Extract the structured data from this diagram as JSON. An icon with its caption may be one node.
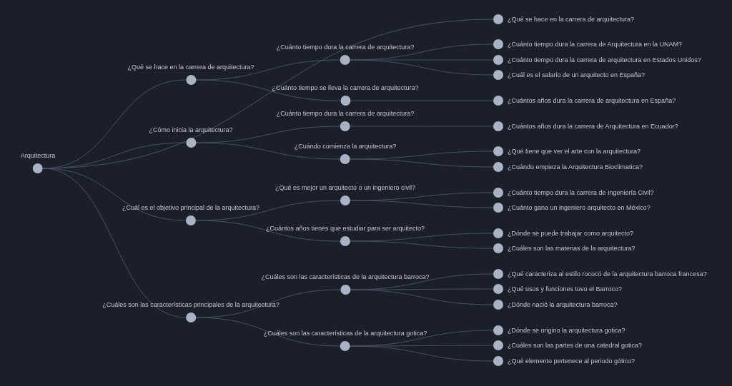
{
  "diagram": {
    "nodes": [
      {
        "text": [
          "Arquitectura"
        ]
      },
      {
        "text": [
          "¿Qué se hace en la carrera de arquitectura?"
        ]
      },
      {
        "text": [
          "¿Cómo inicia la arquitectura?"
        ]
      },
      {
        "text": [
          "¿Cuál es el objetivo principal de la arquitectura?"
        ]
      },
      {
        "text": [
          "¿Cuáles son las características principales de la arquitectura?"
        ]
      },
      {
        "text": [
          "¿Cuánto tiempo dura la carrera de arquitectura?"
        ]
      },
      {
        "text": [
          "¿Cuánto tiempo se lleva la carrera de arquitectura?"
        ]
      },
      {
        "text": [
          "¿Cuánto tiempo dura la carrera de arquitectura?"
        ]
      },
      {
        "text": [
          "¿Cuándo comienza la arquitectura?"
        ]
      },
      {
        "text": [
          "¿Qué es mejor un arquitecto o un ingeniero civil?"
        ]
      },
      {
        "text": [
          "¿Cuántos años tienes que estudiar para ser arquitecto?"
        ]
      },
      {
        "text": [
          "¿Cuáles son las características de la arquitectura barroca?"
        ]
      },
      {
        "text": [
          "¿Cuáles son las características de la arquitectura gotica?"
        ]
      },
      {
        "text": [
          "¿Qué se hace en la carrera de arquitectura?"
        ]
      },
      {
        "text": [
          "¿Cuánto tiempo dura la carrera de Arquitectura en la UNAM?"
        ]
      },
      {
        "text": [
          "¿Cuánto tiempo dura la carrera de arquitectura en Estados Unidos?"
        ]
      },
      {
        "text": [
          "¿Cuál es el salario de un arquitecto en España?"
        ]
      },
      {
        "text": [
          "¿Cuántos años dura la carrera de arquitectura en España?"
        ]
      },
      {
        "text": [
          "¿Cuántos años dura la carrera de Arquitectura en Ecuador?"
        ]
      },
      {
        "text": [
          "¿Qué tiene que ver el arte con la arquitectura?"
        ]
      },
      {
        "text": [
          "¿Cuándo empieza la Arquitectura Bioclimatica?"
        ]
      },
      {
        "text": [
          "¿Cuánto tiempo dura la carrera de Ingeniería Civil?"
        ]
      },
      {
        "text": [
          "¿Cuánto gana un ingeniero arquitecto en México?"
        ]
      },
      {
        "text": [
          "¿Dónde se puede trabajar como arquitecto?"
        ]
      },
      {
        "text": [
          "¿Cuáles son las materias de la arquitectura?"
        ]
      },
      {
        "text": [
          "¿Qué caracteriza al estilo rococó de la arquitectura barroca francesa?"
        ]
      },
      {
        "text": [
          "¿Qué usos y funciones tuvo el Barroco?"
        ]
      },
      {
        "text": [
          "¿Dónde nació la arquitectura barroca?"
        ]
      },
      {
        "text": [
          "¿Dónde se origino la arquitectura gotica?"
        ]
      },
      {
        "text": [
          "¿Cuáles son las partes de una catedral gotica?"
        ]
      },
      {
        "text": [
          "¿Qué elemento pertenece al periodo gótico?"
        ]
      }
    ],
    "edges": [
      {
        "from": 0,
        "to": 1,
        "arrow": "none"
      },
      {
        "from": 0,
        "to": 2,
        "arrow": "none"
      },
      {
        "from": 0,
        "to": 3,
        "arrow": "none"
      },
      {
        "from": 0,
        "to": 4,
        "arrow": "none"
      },
      {
        "from": 0,
        "to": 13,
        "arrow": "none"
      },
      {
        "from": 1,
        "to": 5,
        "arrow": "none"
      },
      {
        "from": 1,
        "to": 6,
        "arrow": "none"
      },
      {
        "from": 2,
        "to": 7,
        "arrow": "none"
      },
      {
        "from": 2,
        "to": 8,
        "arrow": "none"
      },
      {
        "from": 3,
        "to": 9,
        "arrow": "none"
      },
      {
        "from": 3,
        "to": 10,
        "arrow": "none"
      },
      {
        "from": 4,
        "to": 11,
        "arrow": "none"
      },
      {
        "from": 4,
        "to": 12,
        "arrow": "none"
      },
      {
        "from": 5,
        "to": 14,
        "arrow": "none"
      },
      {
        "from": 5,
        "to": 15,
        "arrow": "none"
      },
      {
        "from": 5,
        "to": 16,
        "arrow": "none"
      },
      {
        "from": 6,
        "to": 17,
        "arrow": "none"
      },
      {
        "from": 7,
        "to": 18,
        "arrow": "none"
      },
      {
        "from": 8,
        "to": 19,
        "arrow": "none"
      },
      {
        "from": 8,
        "to": 20,
        "arrow": "none"
      },
      {
        "from": 9,
        "to": 21,
        "arrow": "none"
      },
      {
        "from": 9,
        "to": 22,
        "arrow": "none"
      },
      {
        "from": 10,
        "to": 23,
        "arrow": "none"
      },
      {
        "from": 10,
        "to": 24,
        "arrow": "none"
      },
      {
        "from": 11,
        "to": 25,
        "arrow": "none"
      },
      {
        "from": 11,
        "to": 26,
        "arrow": "none"
      },
      {
        "from": 11,
        "to": 27,
        "arrow": "none"
      },
      {
        "from": 12,
        "to": 28,
        "arrow": "none"
      },
      {
        "from": 12,
        "to": 29,
        "arrow": "none"
      },
      {
        "from": 12,
        "to": 30,
        "arrow": "none"
      }
    ]
  }
}
